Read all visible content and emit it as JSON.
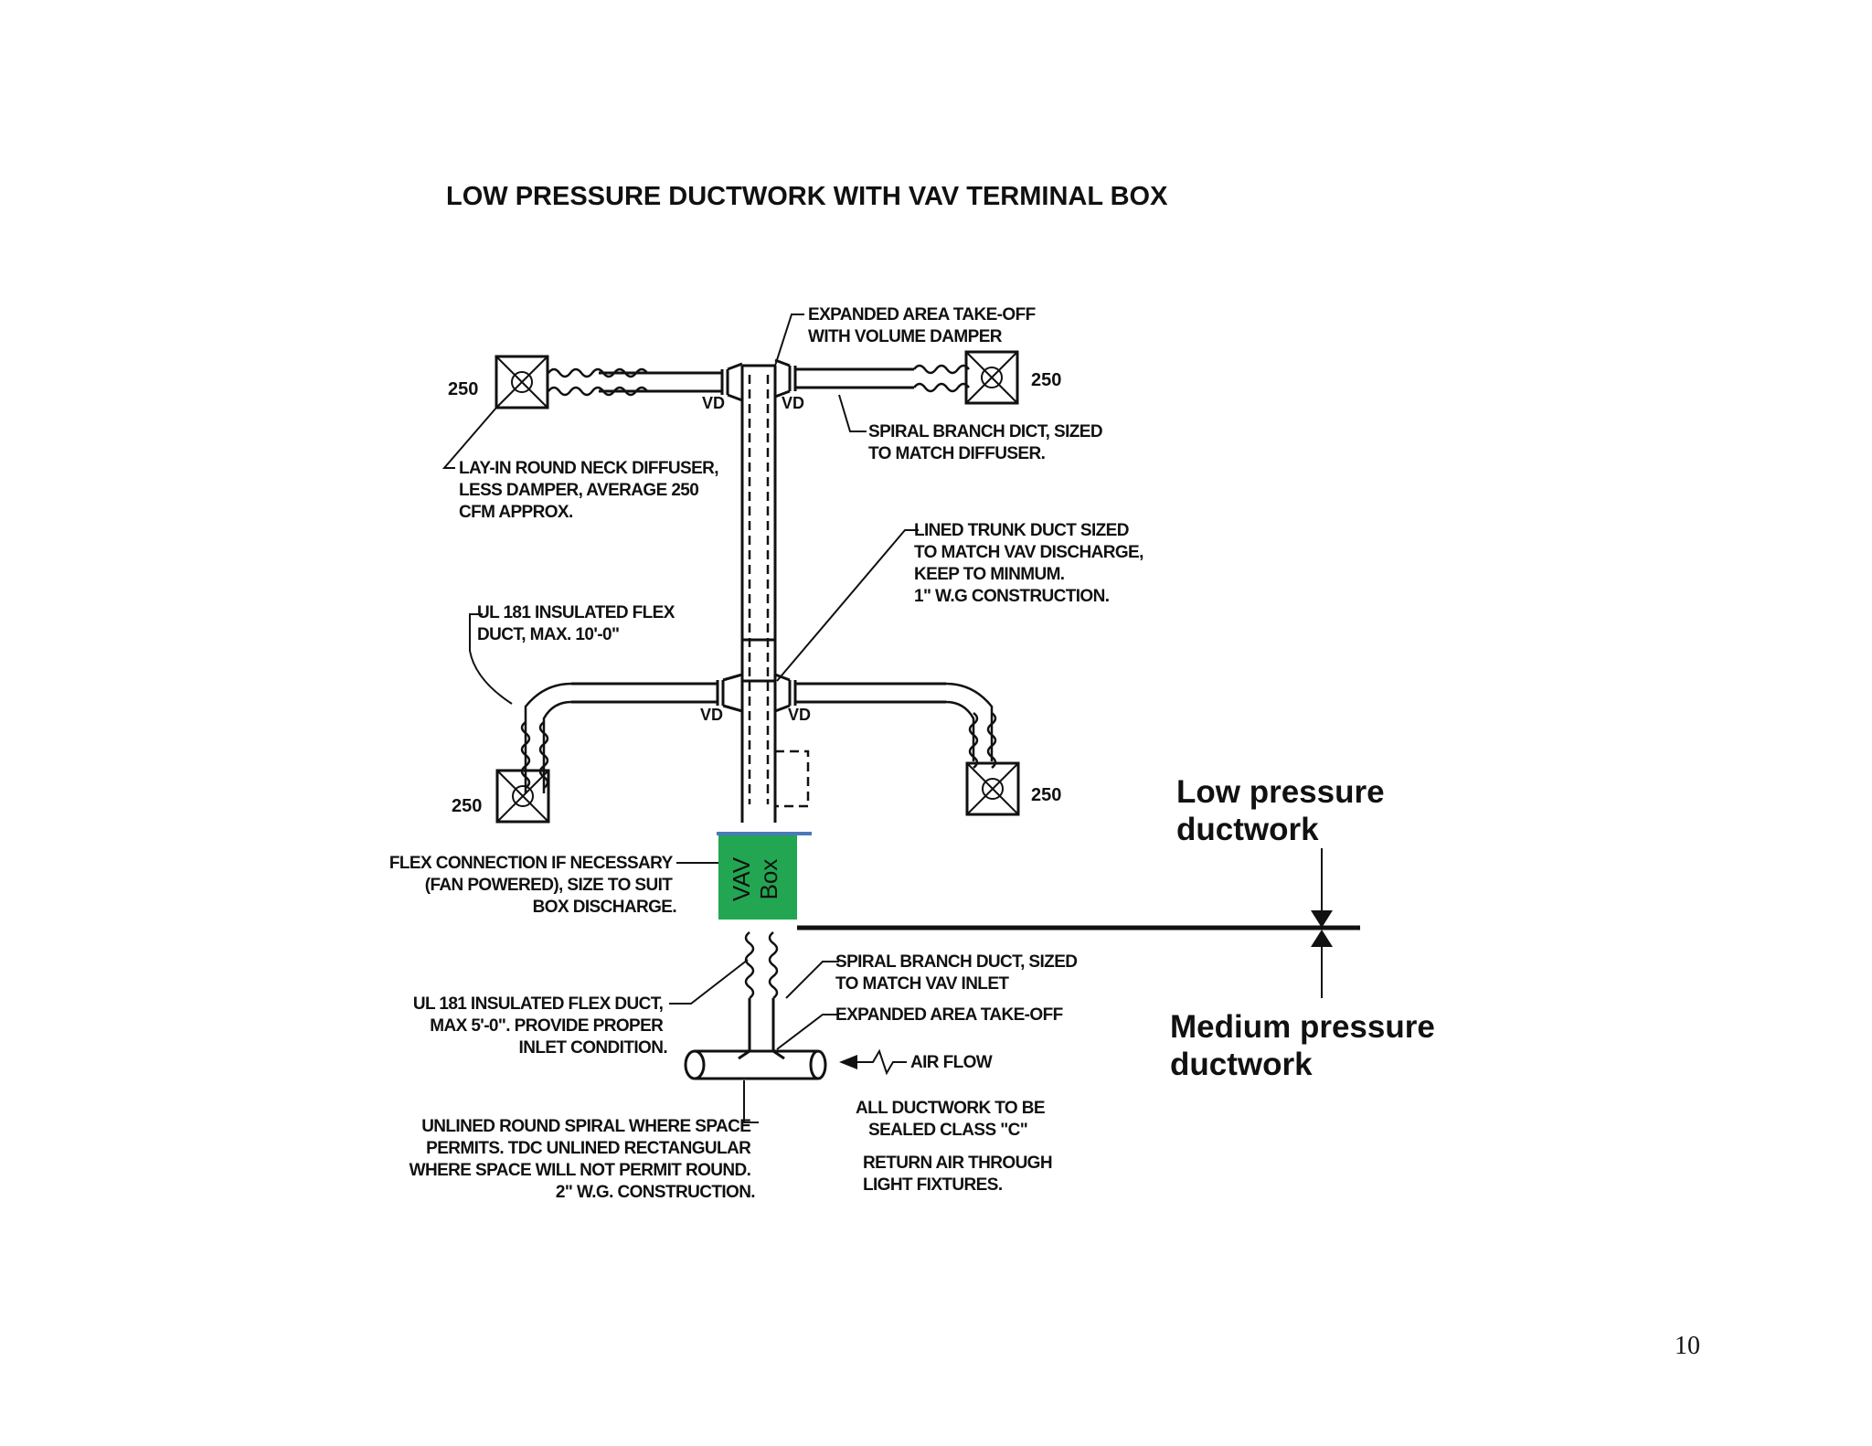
{
  "title": "LOW PRESSURE DUCTWORK WITH VAV TERMINAL BOX",
  "page_number": "10",
  "vav_box": {
    "line1": "VAV",
    "line2": "Box",
    "color": "#22a651"
  },
  "pressure_labels": {
    "low_line1": "Low pressure",
    "low_line2": "ductwork",
    "medium_line1": "Medium pressure",
    "medium_line2": "ductwork"
  },
  "cfm_values": {
    "top_left": "250",
    "top_right": "250",
    "bottom_left": "250",
    "bottom_right": "250"
  },
  "damper_labels": {
    "top_left": "VD",
    "top_right": "VD",
    "mid_left": "VD",
    "mid_right": "VD"
  },
  "notes": {
    "expanded_takeoff_damper": [
      "EXPANDED AREA TAKE-OFF",
      "WITH VOLUME DAMPER"
    ],
    "spiral_branch_diffuser": [
      "SPIRAL BRANCH DICT, SIZED",
      "TO MATCH DIFFUSER."
    ],
    "lay_in_diffuser": [
      "LAY-IN ROUND NECK DIFFUSER,",
      "LESS DAMPER, AVERAGE 250",
      "CFM APPROX."
    ],
    "lined_trunk": [
      "LINED TRUNK DUCT SIZED",
      "TO MATCH VAV DISCHARGE,",
      "KEEP TO MINMUM.",
      "1\" W.G CONSTRUCTION."
    ],
    "ul181_flex_top": [
      "UL 181 INSULATED FLEX",
      "DUCT, MAX. 10'-0\""
    ],
    "flex_connection": [
      "FLEX CONNECTION IF NECESSARY",
      "(FAN POWERED), SIZE TO SUIT",
      "BOX DISCHARGE."
    ],
    "spiral_branch_inlet": [
      "SPIRAL BRANCH DUCT, SIZED",
      "TO MATCH VAV INLET"
    ],
    "expanded_takeoff": [
      "EXPANDED AREA TAKE-OFF"
    ],
    "ul181_flex_bottom": [
      "UL 181 INSULATED FLEX DUCT,",
      "MAX 5'-0\". PROVIDE PROPER",
      "INLET CONDITION."
    ],
    "air_flow": [
      "AIR FLOW"
    ],
    "unlined_spiral": [
      "UNLINED ROUND SPIRAL WHERE SPACE",
      "PERMITS. TDC UNLINED RECTANGULAR",
      "WHERE SPACE WILL NOT PERMIT ROUND.",
      "2\" W.G. CONSTRUCTION."
    ],
    "sealed_class": [
      "ALL DUCTWORK TO BE",
      "SEALED CLASS \"C\""
    ],
    "return_air": [
      "RETURN AIR THROUGH",
      "LIGHT FIXTURES."
    ]
  }
}
